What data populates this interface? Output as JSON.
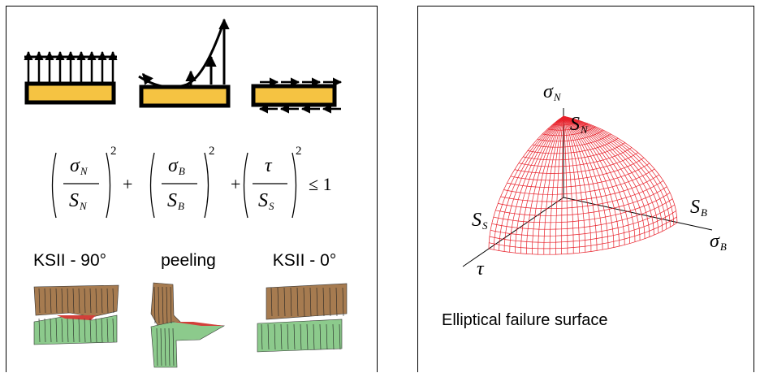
{
  "left_panel": {
    "formula": {
      "terms": [
        {
          "num": "σ",
          "num_sub": "N",
          "den": "S",
          "den_sub": "N"
        },
        {
          "num": "σ",
          "num_sub": "B",
          "den": "S",
          "den_sub": "B"
        },
        {
          "num": "τ",
          "num_sub": "",
          "den": "S",
          "den_sub": "S"
        }
      ],
      "exponent": "2",
      "plus": "+",
      "relation": "≤",
      "rhs": "1"
    },
    "mode_labels": [
      "KSII - 90°",
      "peeling",
      "KSII - 0°"
    ],
    "colors": {
      "adhesive": "#f5c342",
      "upper_block": "#a67b50",
      "lower_block": "#8cca8c",
      "bond_line": "#d2403a"
    }
  },
  "right_panel": {
    "axis_labels": {
      "sigma_n": {
        "sym": "σ",
        "sub": "N"
      },
      "sigma_b": {
        "sym": "σ",
        "sub": "B"
      },
      "tau": {
        "sym": "τ",
        "sub": ""
      }
    },
    "strength_labels": {
      "s_n": {
        "sym": "S",
        "sub": "N"
      },
      "s_b": {
        "sym": "S",
        "sub": "B"
      },
      "s_s": {
        "sym": "S",
        "sub": "S"
      }
    },
    "caption": "Elliptical failure surface",
    "colors": {
      "surface_mesh": "#e8202a"
    }
  }
}
